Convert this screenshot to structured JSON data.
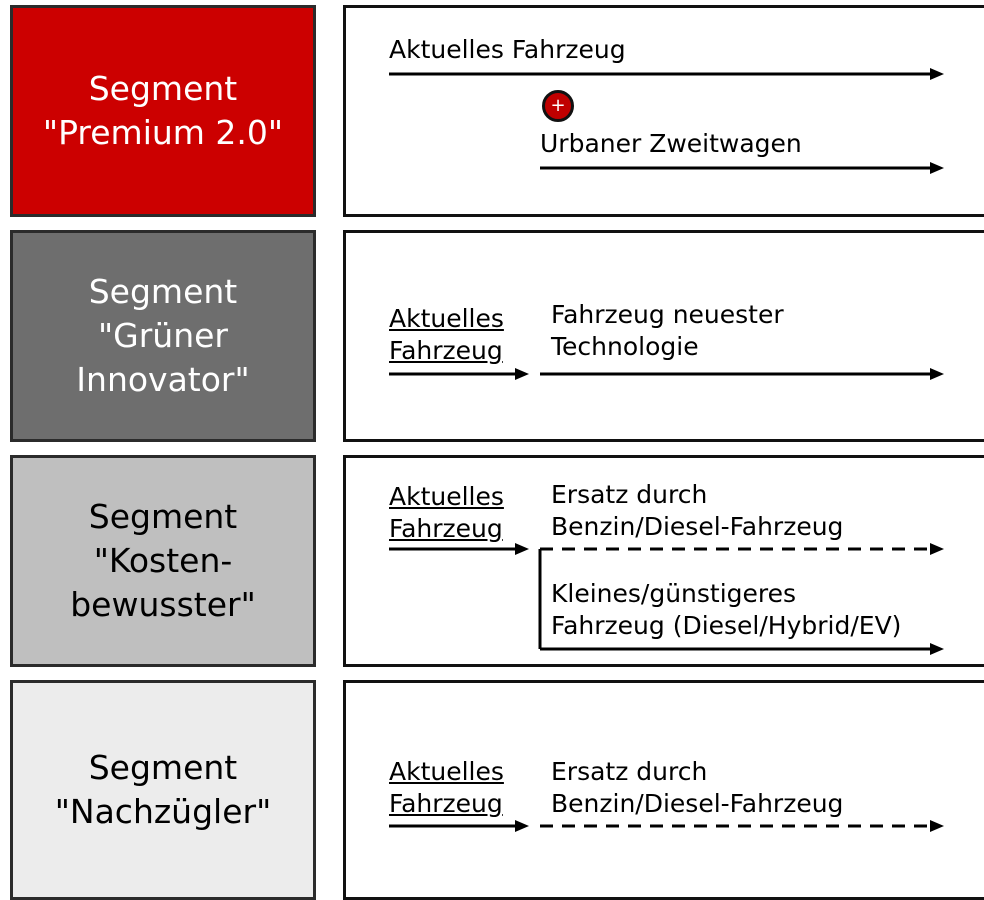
{
  "segments": [
    {
      "label": "Segment\n\"Premium 2.0\"",
      "bg": "#cc0000",
      "fg": "#ffffff"
    },
    {
      "label": "Segment\n\"Grüner\nInnovator\"",
      "bg": "#6e6e6e",
      "fg": "#ffffff"
    },
    {
      "label": "Segment\n\"Kosten-\nbewusster\"",
      "bg": "#bfbfbf",
      "fg": "#000000"
    },
    {
      "label": "Segment\n\"Nachzügler\"",
      "bg": "#ececec",
      "fg": "#000000"
    }
  ],
  "rows": {
    "premium": {
      "current": "Aktuelles Fahrzeug",
      "plus": "+",
      "second": "Urbaner Zweitwagen"
    },
    "green": {
      "current": "Aktuelles\nFahrzeug",
      "new": "Fahrzeug neuester\nTechnologie"
    },
    "cost": {
      "current": "Aktuelles\nFahrzeug",
      "replace": "Ersatz durch\nBenzin/Diesel-Fahrzeug",
      "smaller": "Kleines/günstigeres\nFahrzeug (Diesel/Hybrid/EV)"
    },
    "late": {
      "current": "Aktuelles\nFahrzeug",
      "replace": "Ersatz durch\nBenzin/Diesel-Fahrzeug"
    }
  },
  "colors": {
    "accent": "#cc0000",
    "line": "#000000"
  }
}
